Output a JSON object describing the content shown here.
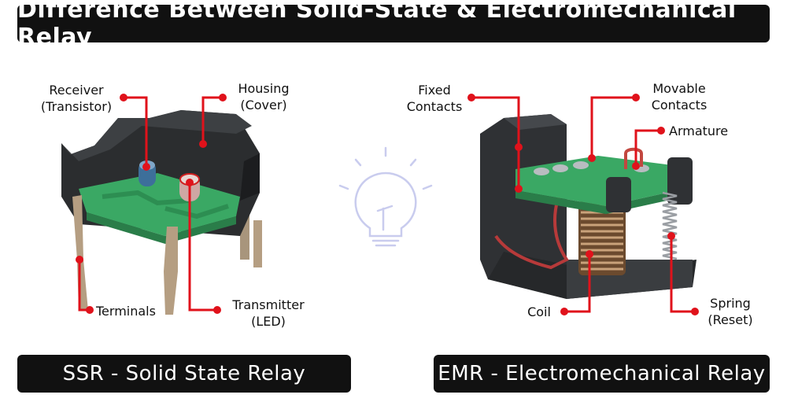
{
  "title": "Difference Between Solid-State & Electromechanical Relay",
  "ssr": {
    "labels": {
      "receiver": [
        "Receiver",
        "(Transistor)"
      ],
      "housing": [
        "Housing",
        "(Cover)"
      ],
      "terminals": "Terminals",
      "transmitter": [
        "Transmitter",
        "(LED)"
      ]
    },
    "footer": "SSR - Solid State Relay"
  },
  "emr": {
    "labels": {
      "fixed_contacts": [
        "Fixed",
        "Contacts"
      ],
      "movable_contacts": [
        "Movable",
        "Contacts"
      ],
      "armature": "Armature",
      "coil": "Coil",
      "spring": [
        "Spring",
        "(Reset)"
      ]
    },
    "footer": "EMR - Electromechanical Relay"
  },
  "colors": {
    "banner": "#111111",
    "callout": "#e0121b",
    "pcb": "#3aa864",
    "housing": "#2a2c2e",
    "copper": "#b08454"
  },
  "icons": [
    "lightbulb-icon"
  ]
}
